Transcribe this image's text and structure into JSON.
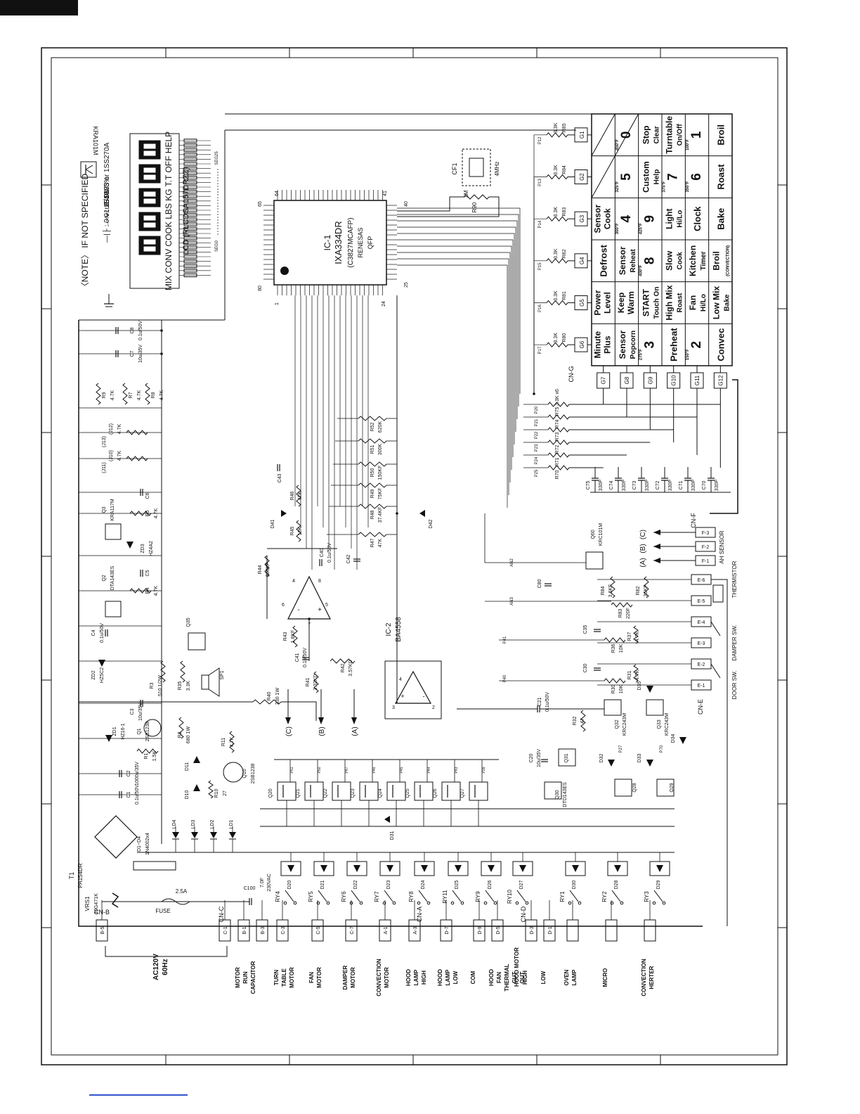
{
  "note": {
    "header": "〈NOTE〉 IF NOT SPECIFIED",
    "cap": "—|├ : 0.01uF/16V",
    "res": "-∿- : 1/4W 5%",
    "diode": "→— : 1SS133 or 1SS270A",
    "transistor": "KRA101M"
  },
  "lcd": {
    "segments": "MIX CONV COOK LBS KG T.T OFF HELP",
    "label": "LCD (RLCDSA157DRZZ)",
    "seg_start": "SEG25",
    "seg_end": "SEG0"
  },
  "ic1": {
    "ref": "IC-1",
    "part": "IXA334DR",
    "code": "(C3827MCAFP)",
    "maker": "RENESAS",
    "pkg": "QFP",
    "pins": [
      "1",
      "24",
      "25",
      "40",
      "41",
      "64",
      "65",
      "80"
    ]
  },
  "ic2": {
    "ref": "IC-2",
    "part": "BA4558"
  },
  "crystal": {
    "ref": "CF1",
    "freq": "4MHz",
    "r_ref": "R90",
    "r_val": "1M"
  },
  "keypad": {
    "columns_label": "CN-G",
    "grid_rows": [
      "G1",
      "G2",
      "G3",
      "G4",
      "G5",
      "G6"
    ],
    "grid_cols": [
      "G7",
      "G8",
      "G9",
      "G10",
      "G11",
      "G12"
    ],
    "row_resistors": [
      {
        "ref": "R85",
        "val": "3.3K",
        "port": "P12"
      },
      {
        "ref": "R84",
        "val": "3.3K",
        "port": "P13"
      },
      {
        "ref": "R83",
        "val": "3.3K",
        "port": "P14"
      },
      {
        "ref": "R82",
        "val": "3.3K",
        "port": "P15"
      },
      {
        "ref": "R81",
        "val": "3.3K",
        "port": "P16"
      },
      {
        "ref": "R80",
        "val": "3.3K",
        "port": "P17"
      }
    ],
    "keys": [
      {
        "main": "Minute Plus",
        "sub": "",
        "temp": ""
      },
      {
        "main": "Power Level",
        "sub": "",
        "temp": ""
      },
      {
        "main": "Defrost",
        "sub": "",
        "temp": ""
      },
      {
        "main": "Sensor Cook",
        "sub": "",
        "temp": ""
      },
      {
        "main": "",
        "sub": "",
        "temp": ""
      },
      {
        "main": "",
        "sub": "",
        "temp": ""
      },
      {
        "main": "Sensor",
        "sub": "Popcorn",
        "temp": ""
      },
      {
        "main": "Keep Warm",
        "sub": "",
        "temp": ""
      },
      {
        "main": "Sensor",
        "sub": "Reheat",
        "temp": ""
      },
      {
        "main": "4",
        "sub": "",
        "temp": "300°F"
      },
      {
        "main": "5",
        "sub": "",
        "temp": "325°F"
      },
      {
        "main": "0",
        "sub": "",
        "temp": "450°F"
      },
      {
        "main": "3",
        "sub": "",
        "temp": "275°F"
      },
      {
        "main": "START",
        "sub": "Touch On",
        "temp": ""
      },
      {
        "main": "8",
        "sub": "",
        "temp": "400°F"
      },
      {
        "main": "9",
        "sub": "",
        "temp": "425°F"
      },
      {
        "main": "Custom",
        "sub": "Help",
        "temp": ""
      },
      {
        "main": "Stop",
        "sub": "Clear",
        "temp": ""
      },
      {
        "main": "Preheat",
        "sub": "",
        "temp": ""
      },
      {
        "main": "High Mix",
        "sub": "Roast",
        "temp": ""
      },
      {
        "main": "Slow",
        "sub": "Cook",
        "temp": ""
      },
      {
        "main": "Light",
        "sub": "Hi/Lo",
        "temp": ""
      },
      {
        "main": "7",
        "sub": "",
        "temp": "375°F"
      },
      {
        "main": "Turntable",
        "sub": "On/Off",
        "temp": ""
      },
      {
        "main": "2",
        "sub": "",
        "temp": "150°F"
      },
      {
        "main": "Fan",
        "sub": "Hi/Lo",
        "temp": ""
      },
      {
        "main": "Kitchen",
        "sub": "Timer",
        "temp": ""
      },
      {
        "main": "Clock",
        "sub": "",
        "temp": ""
      },
      {
        "main": "6",
        "sub": "",
        "temp": "350°F"
      },
      {
        "main": "1",
        "sub": "",
        "temp": "100°F"
      },
      {
        "main": "Convec",
        "sub": "",
        "temp": ""
      },
      {
        "main": "Low Mix",
        "sub": "Bake",
        "temp": ""
      },
      {
        "main": "Broil",
        "sub": "(CONVECTION)",
        "temp": ""
      },
      {
        "main": "Bake",
        "sub": "",
        "temp": ""
      },
      {
        "main": "Roast",
        "sub": "",
        "temp": ""
      },
      {
        "main": "Broil",
        "sub": "",
        "temp": ""
      }
    ]
  },
  "col_resistors": [
    {
      "ref": "R75",
      "val": "3.3K x6",
      "port": "P20"
    },
    {
      "ref": "R74",
      "val": "",
      "port": "P21"
    },
    {
      "ref": "R73",
      "val": "",
      "port": "P22"
    },
    {
      "ref": "R72",
      "val": "",
      "port": "P23"
    },
    {
      "ref": "R71",
      "val": "",
      "port": "P24"
    },
    {
      "ref": "R70",
      "val": "",
      "port": "P25"
    }
  ],
  "col_caps": [
    {
      "ref": "C75",
      "val": "330P"
    },
    {
      "ref": "C74",
      "val": "330P"
    },
    {
      "ref": "C73",
      "val": "330P"
    },
    {
      "ref": "C72",
      "val": "330P"
    },
    {
      "ref": "C71",
      "val": "330P"
    },
    {
      "ref": "C70",
      "val": "330P"
    }
  ],
  "connectors": {
    "cnf": {
      "name": "CN-F",
      "pins": [
        "F-3",
        "F-2",
        "F-1"
      ],
      "signals": [
        "(C)",
        "(B)",
        "(A)"
      ],
      "label": "AH SENSOR"
    },
    "cne": {
      "name": "CN-E",
      "pins": [
        "E-6",
        "E-5",
        "E-4",
        "E-3",
        "E-2",
        "E-1"
      ],
      "thermistor": "THERMISTOR",
      "damper": "DAMPER SW.",
      "door": "DOOR SW."
    },
    "bottom": [
      {
        "pin": "B-5",
        "label": ""
      },
      {
        "pin": "C-1",
        "label": ""
      },
      {
        "pin": "B-1",
        "label": "MOTOR RUN CAPACITOR"
      },
      {
        "pin": "B-3",
        "label": ""
      },
      {
        "pin": "C-3",
        "label": "TURN TABLE MOTOR"
      },
      {
        "pin": "C-5",
        "label": "FAN MOTOR"
      },
      {
        "pin": "C-7",
        "label": "DAMPER MOTOR"
      },
      {
        "pin": "A-1",
        "label": "CONVECTION MOTOR"
      },
      {
        "pin": "A-3",
        "label": "HOOD LAMP HIGH"
      },
      {
        "pin": "D-7",
        "label": "HOOD LAMP LOW"
      },
      {
        "pin": "D-9",
        "label": "COM"
      },
      {
        "pin": "D-5",
        "label": "HOOD FAN THERMAL CUT OUT"
      },
      {
        "pin": "D-3",
        "label": "HIGH"
      },
      {
        "pin": "D-1",
        "label": "LOW"
      },
      {
        "pin": "",
        "label": "OVEN LAMP"
      },
      {
        "pin": "",
        "label": "MICRO"
      },
      {
        "pin": "",
        "label": "CONVECTION HERTER"
      }
    ],
    "cnb": "CN-B",
    "cnc": "CN-C",
    "cna": "CN-A",
    "cnd": "CN-D",
    "hood_motor": "HOOD MOTOR",
    "ac": [
      "AC120V",
      "60Hz"
    ]
  },
  "power": {
    "t1": "T1",
    "t1_part": "PA154DR",
    "vrs": "VRS1",
    "vrs_part": "10G471K",
    "fuse": "FUSE",
    "fuse_val": "2.5A",
    "c100": "C100",
    "c100_val": "7.0F",
    "c100_v": "230VAC",
    "bridge": "D1~D4",
    "bridge_part": "1N4002x4"
  },
  "relays": [
    "RY4",
    "RY5",
    "RY6",
    "RY7",
    "RY8",
    "RY11",
    "RY9",
    "RY10",
    "RY1",
    "RY2",
    "RY3"
  ],
  "relay_diodes": [
    "D20",
    "D21",
    "D22",
    "D23",
    "D24",
    "D25",
    "D26",
    "D27",
    "D30",
    "D28",
    "D29"
  ],
  "drivers": [
    {
      "ref": "Q20",
      "port": "P51"
    },
    {
      "ref": "Q21",
      "port": "P50"
    },
    {
      "ref": "Q22",
      "port": "P47"
    },
    {
      "ref": "Q23",
      "port": "P46"
    },
    {
      "ref": "Q24",
      "port": "P45"
    },
    {
      "ref": "Q25",
      "port": "P44"
    },
    {
      "ref": "Q26",
      "port": "P43"
    },
    {
      "ref": "Q27",
      "port": "P28"
    }
  ],
  "leds": [
    "LD4",
    "LD3",
    "LD2",
    "LD1"
  ],
  "parts_left": [
    {
      "ref": "C8",
      "val": "0.1u/50V"
    },
    {
      "ref": "C7",
      "val": "10u/35V"
    },
    {
      "ref": "R9",
      "val": "4.7K"
    },
    {
      "ref": "R7",
      "val": "4.7K"
    },
    {
      "ref": "R8",
      "val": "4.7K"
    },
    {
      "ref": "(J12)",
      "val": "4.7K"
    },
    {
      "ref": "(J13)",
      "val": ""
    },
    {
      "ref": "(J10)",
      "val": "4.7K"
    },
    {
      "ref": "(J11)",
      "val": ""
    },
    {
      "ref": "C6",
      "val": ""
    },
    {
      "ref": "R5",
      "val": "4.7K"
    },
    {
      "ref": "Q3",
      "val": "KRA117M"
    },
    {
      "ref": "ZD3",
      "val": "HZ4A2"
    },
    {
      "ref": "C5",
      "val": ""
    },
    {
      "ref": "R4",
      "val": "4.7K"
    },
    {
      "ref": "Q2",
      "val": "DTA143ES"
    },
    {
      "ref": "C4",
      "val": "0.1u/50V"
    },
    {
      "ref": "ZD2",
      "val": "HZ5C2"
    },
    {
      "ref": "C3",
      "val": "10u/35V"
    },
    {
      "ref": "Q1",
      "val": "2SB1238"
    },
    {
      "ref": "ZD1",
      "val": "HZ16-1"
    },
    {
      "ref": "R1",
      "val": "1.5K"
    },
    {
      "ref": "C2",
      "val": "1000u/35V"
    },
    {
      "ref": "C1",
      "val": "0.1u/50V"
    },
    {
      "ref": "R3",
      "val": "510 1/2W"
    },
    {
      "ref": "R35",
      "val": "3.3K"
    },
    {
      "ref": "SP1",
      "val": ""
    },
    {
      "ref": "Q35",
      "val": ""
    },
    {
      "ref": "R2",
      "val": "680 1W"
    },
    {
      "ref": "R11",
      "val": "4.7K"
    },
    {
      "ref": "Q10",
      "val": "2SB1238"
    },
    {
      "ref": "D11",
      "val": ""
    },
    {
      "ref": "D10",
      "val": ""
    },
    {
      "ref": "R10",
      "val": "27"
    },
    {
      "ref": "R40",
      "val": "330 1W"
    }
  ],
  "parts_mid": [
    {
      "ref": "R52",
      "val": "620K"
    },
    {
      "ref": "R51",
      "val": "300K"
    },
    {
      "ref": "R50",
      "val": "150KF"
    },
    {
      "ref": "R49",
      "val": "75KF"
    },
    {
      "ref": "R48",
      "val": "37.4KF"
    },
    {
      "ref": "R47",
      "val": "47K"
    },
    {
      "ref": "C43",
      "val": ""
    },
    {
      "ref": "R46",
      "val": "47K"
    },
    {
      "ref": "R45",
      "val": "10K"
    },
    {
      "ref": "D41",
      "val": ""
    },
    {
      "ref": "D42",
      "val": ""
    },
    {
      "ref": "C42",
      "val": ""
    },
    {
      "ref": "R44",
      "val": "360KF"
    },
    {
      "ref": "C40",
      "val": "0.1u/50V"
    },
    {
      "ref": "R43",
      "val": "1.8KF"
    },
    {
      "ref": "C41",
      "val": "0.1u/50V"
    },
    {
      "ref": "R42",
      "val": "3.57KD"
    },
    {
      "ref": "R41",
      "val": "3.32KD"
    },
    {
      "ref": "C80",
      "val": ""
    },
    {
      "ref": "Q60",
      "val": "KRC101M"
    },
    {
      "ref": "R84",
      "val": "3.6KF"
    },
    {
      "ref": "R83",
      "val": "220F"
    },
    {
      "ref": "R82",
      "val": "36KF"
    },
    {
      "ref": "AN2",
      "val": ""
    },
    {
      "ref": "AN3",
      "val": ""
    },
    {
      "ref": "C35",
      "val": ""
    },
    {
      "ref": "R36",
      "val": "10K"
    },
    {
      "ref": "R37",
      "val": "4.7K"
    },
    {
      "ref": "C30",
      "val": ""
    },
    {
      "ref": "R30",
      "val": "10K"
    },
    {
      "ref": "R31",
      "val": "4.7K"
    },
    {
      "ref": "D35",
      "val": ""
    },
    {
      "ref": "C21",
      "val": "0.1u/50V"
    },
    {
      "ref": "R32",
      "val": "47"
    },
    {
      "ref": "Q32",
      "val": "KRC243M"
    },
    {
      "ref": "Q33",
      "val": "KRC243M"
    },
    {
      "ref": "D34",
      "val": ""
    },
    {
      "ref": "C20",
      "val": "10u/35V"
    },
    {
      "ref": "Q31",
      "val": ""
    },
    {
      "ref": "Q30",
      "val": "DTD143ES"
    },
    {
      "ref": "D32",
      "val": ""
    },
    {
      "ref": "D33",
      "val": ""
    },
    {
      "ref": "Q28",
      "val": ""
    },
    {
      "ref": "Q29",
      "val": ""
    },
    {
      "ref": "D31",
      "val": ""
    },
    {
      "ref": "P41",
      "val": ""
    },
    {
      "ref": "P40",
      "val": ""
    },
    {
      "ref": "P27",
      "val": ""
    },
    {
      "ref": "P70",
      "val": ""
    }
  ],
  "signals": [
    "(C)",
    "(B)",
    "(A)"
  ]
}
